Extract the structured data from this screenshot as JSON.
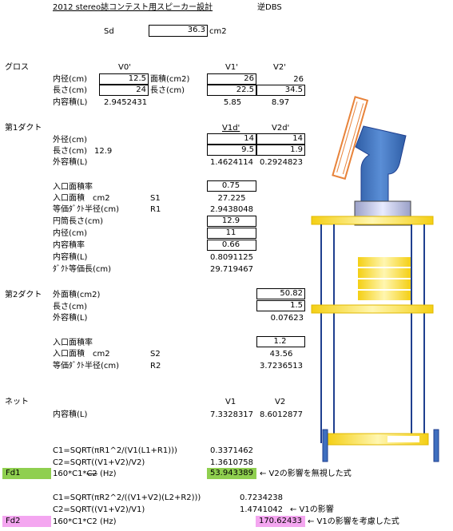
{
  "header": {
    "title": "2012 stereo誌コンテスト用スピーカー設計",
    "type": "逆DBS"
  },
  "sd": {
    "label": "Sd",
    "value": "36.3",
    "unit": "cm2"
  },
  "gross": {
    "section": "グロス",
    "col_v0": "V0'",
    "col_v1": "V1'",
    "col_v2": "V2'",
    "inner_dia_label": "内径(cm)",
    "inner_dia": "12.5",
    "area_label": "面積(cm2)",
    "area_v1": "26",
    "area_v2": "26",
    "length_label": "長さ(cm)",
    "length_v0": "24",
    "length_label2": "長さ(cm)",
    "length_v1": "22.5",
    "length_v2": "34.5",
    "volume_label": "内容積(L)",
    "volume_v0": "2.9452431",
    "volume_v1": "5.85",
    "volume_v2": "8.97"
  },
  "duct1": {
    "section": "第1ダクト",
    "col_v1d": "V1d'",
    "col_v2d": "V2d'",
    "outer_dia_label": "外径(cm)",
    "outer_dia_v1": "14",
    "outer_dia_v2": "14",
    "length_label": "長さ(cm)",
    "length_val": "12.9",
    "length_v1": "9.5",
    "length_v2": "1.9",
    "outer_vol_label": "外容積(L)",
    "outer_vol_v1": "1.4624114",
    "outer_vol_v2": "0.2924823",
    "inlet_ratio_label": "入口面積率",
    "inlet_ratio": "0.75",
    "inlet_area_label": "入口面積　cm2",
    "inlet_area_sym": "S1",
    "inlet_area": "27.225",
    "eq_radius_label": "等価ﾀﾞｸﾄ半径(cm)",
    "eq_radius_sym": "R1",
    "eq_radius": "2.9438048",
    "cyl_len_label": "円筒長さ(cm)",
    "cyl_len": "12.9",
    "inner_dia_label": "内径(cm)",
    "inner_dia": "11",
    "vol_ratio_label": "内容積率",
    "vol_ratio": "0.66",
    "inner_vol_label": "内容積(L)",
    "inner_vol": "0.8091125",
    "eq_len_label": "ﾀﾞｸﾄ等価長(cm)",
    "eq_len": "29.719467"
  },
  "duct2": {
    "section": "第2ダクト",
    "outer_area_label": "外面積(cm2)",
    "outer_area": "50.82",
    "length_label": "長さ(cm)",
    "length": "1.5",
    "outer_vol_label": "外容積(L)",
    "outer_vol": "0.07623",
    "inlet_ratio_label": "入口面積率",
    "inlet_ratio": "1.2",
    "inlet_area_label": "入口面積　cm2",
    "inlet_area_sym": "S2",
    "inlet_area": "43.56",
    "eq_radius_label": "等価ﾀﾞｸﾄ半径(cm)",
    "eq_radius_sym": "R2",
    "eq_radius": "3.7236513"
  },
  "net": {
    "section": "ネット",
    "col_v1": "V1",
    "col_v2": "V2",
    "volume_label": "内容積(L)",
    "volume_v1": "7.3328317",
    "volume_v2": "8.6012877"
  },
  "fd1": {
    "c1_formula": "C1=SQRT(πR1^2/(V1(L1+R1)))",
    "c1": "0.3371462",
    "c2_formula": "C2=SQRT((V1+V2)/V2)",
    "c2": "1.3610758",
    "label": "Fd1",
    "formula_prefix": "160*C1*",
    "formula_strike": "C2",
    "formula_suffix": " (Hz)",
    "value": "53.943389",
    "note": "← V2の影響を無視した式"
  },
  "fd2": {
    "c1_formula": "C1=SQRT(πR2^2/((V1+V2)(L2+R2)))",
    "c1": "0.7234238",
    "c2_formula": "C2=SQRT((V1+V2)/V1)",
    "c2": "1.4741042",
    "c2_note": "← V1の影響",
    "label": "Fd2",
    "formula": "160*C1*C2 (Hz)",
    "value": "170.62433",
    "note": "← V1の影響を考慮した式"
  },
  "colors": {
    "fd1_highlight": "#8fcf4f",
    "fd2_highlight": "#f4a6f0",
    "duct_blue": "#4a7bbf",
    "rail_blue": "#1f3f8f",
    "gold": "#f2d21a",
    "speaker_orange": "#e8833a"
  },
  "diagram": {
    "icon": "speaker-enclosure-diagram-icon"
  }
}
